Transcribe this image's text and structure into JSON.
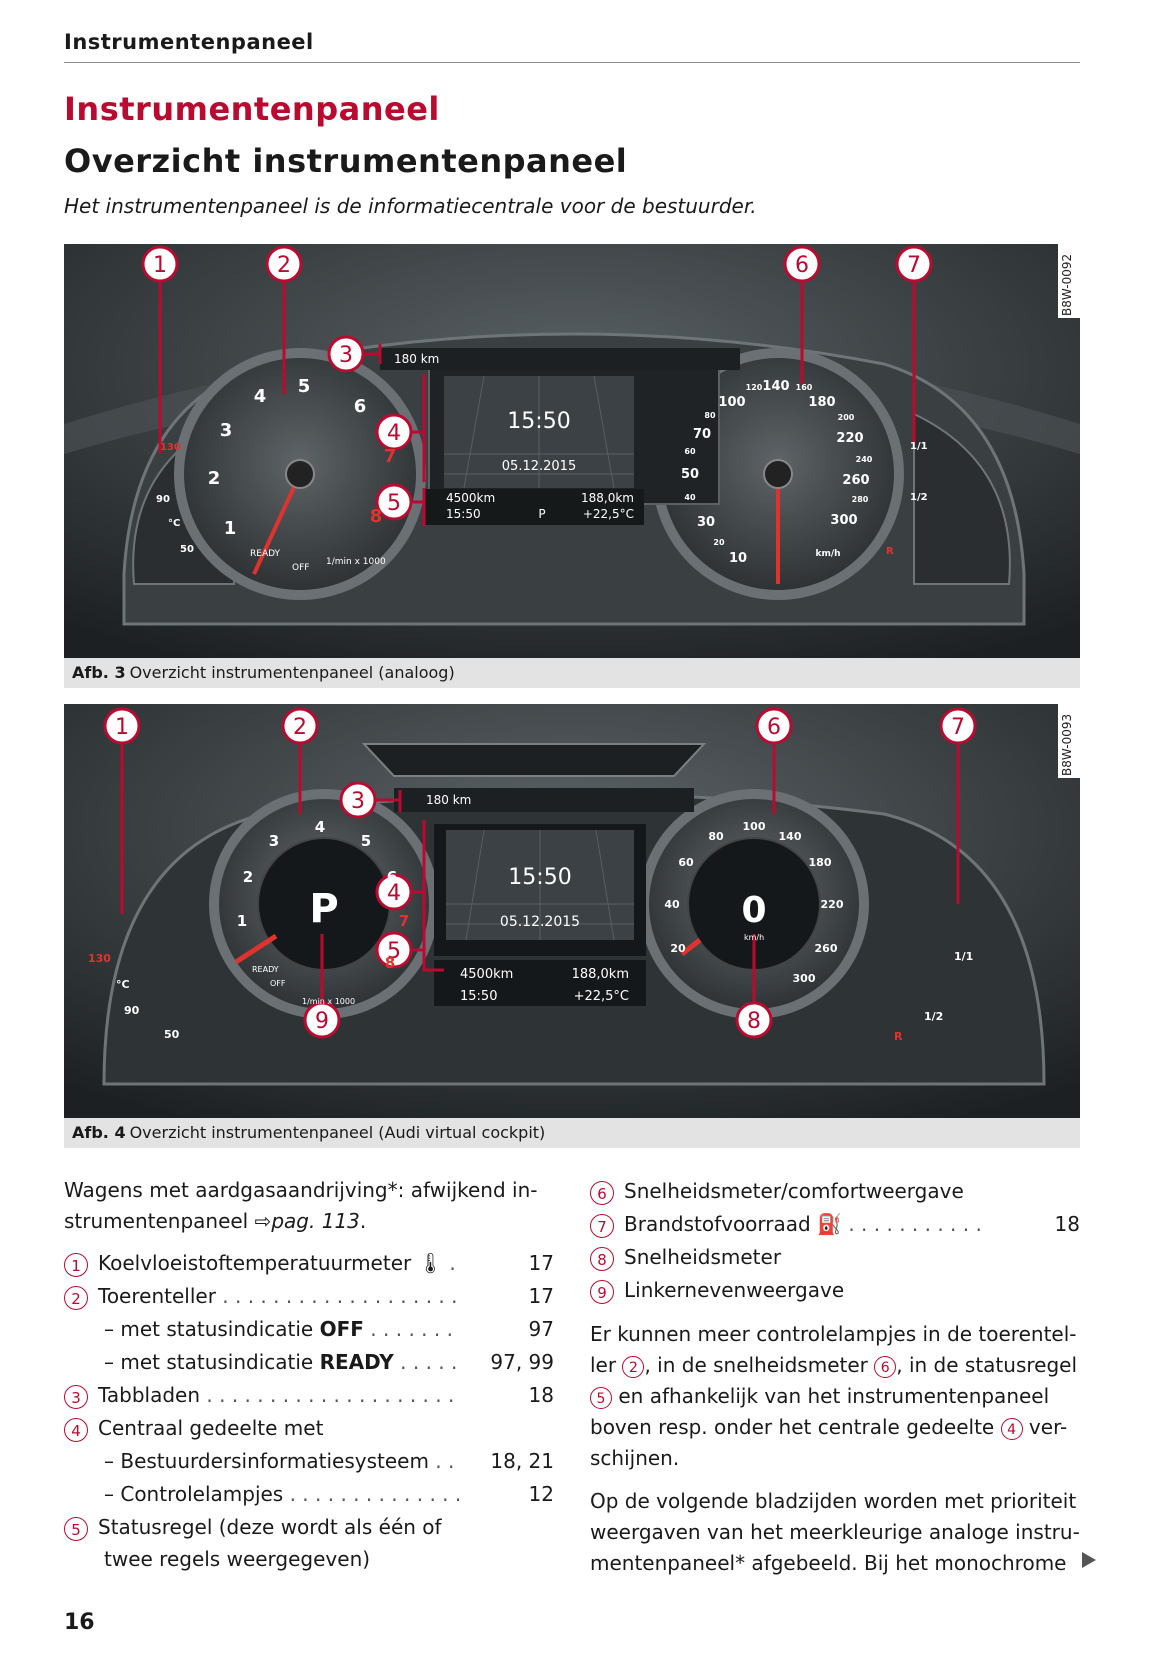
{
  "running_head": "Instrumentenpaneel",
  "heading_red": "Instrumentenpaneel",
  "heading": "Overzicht instrumentenpaneel",
  "intro": "Het instrumentenpaneel is de informatiecentrale voor de bestuurder.",
  "figure1": {
    "code": "B8W-0092",
    "caption_num": "Afb. 3",
    "caption": "Overzicht instrumentenpaneel (analoog)",
    "callouts": [
      "1",
      "2",
      "3",
      "4",
      "5",
      "6",
      "7"
    ],
    "range": "180 km",
    "clock": "15:50",
    "date": "05.12.2015",
    "odo": "4500km",
    "time": "15:50",
    "gear": "P",
    "trip": "188,0km",
    "temp": "+22,5°C",
    "rpm_ticks": [
      "1",
      "2",
      "3",
      "4",
      "5",
      "6",
      "7",
      "8"
    ],
    "speed_ticks": [
      "10",
      "20",
      "30",
      "40",
      "50",
      "60",
      "70",
      "80",
      "100",
      "120",
      "140",
      "160",
      "180",
      "200",
      "220",
      "240",
      "260",
      "280",
      "300"
    ],
    "temp_ticks": [
      "130",
      "90",
      "50"
    ],
    "misc": {
      "ready": "READY",
      "off": "OFF",
      "rpm_unit": "1/min x 1000",
      "speed_unit": "km/h",
      "celsius": "°C",
      "fuel_full": "1/1",
      "fuel_half": "1/2",
      "reserve": "R"
    }
  },
  "figure2": {
    "code": "B8W-0093",
    "caption_num": "Afb. 4",
    "caption": "Overzicht instrumentenpaneel (Audi virtual cockpit)",
    "callouts": [
      "1",
      "2",
      "3",
      "4",
      "5",
      "6",
      "7",
      "8",
      "9"
    ],
    "range": "180 km",
    "clock": "15:50",
    "date": "05.12.2015",
    "odo": "4500km",
    "time": "15:50",
    "trip": "188,0km",
    "temp": "+22,5°C",
    "gear": "P",
    "speed": "0",
    "rpm_ticks": [
      "1",
      "2",
      "3",
      "4",
      "5",
      "6",
      "7",
      "8"
    ],
    "speed_ticks": [
      "20",
      "40",
      "60",
      "80",
      "100",
      "140",
      "180",
      "220",
      "260",
      "300"
    ],
    "temp_ticks": [
      "130",
      "90",
      "50"
    ],
    "misc": {
      "ready": "READY",
      "off": "OFF",
      "rpm_unit": "1/min x 1000",
      "speed_unit": "km/h",
      "celsius": "°C",
      "fuel_full": "1/1",
      "fuel_half": "1/2",
      "reserve": "R"
    }
  },
  "left_col": {
    "intro_a": "Wagens met aardgasaandrijving*: afwijkend in-",
    "intro_b_pre": "strumentenpaneel ⇨",
    "intro_b_link": "pag. 113",
    "intro_b_post": ".",
    "items": [
      {
        "num": "1",
        "label": "Koelvloeistoftemperatuurmeter",
        "icon": "coolant-icon",
        "dots": " .",
        "ref": "17"
      },
      {
        "num": "2",
        "label": "Toerenteller",
        "dots": " . . . . . . . . . . . . . . . . . . .",
        "ref": "17"
      },
      {
        "sub": "– met statusindicatie ",
        "bold": "OFF",
        "dots": " . . . . . . .",
        "ref": "97"
      },
      {
        "sub": "– met statusindicatie ",
        "bold": "READY",
        "dots": " . . . . .",
        "ref": "97, 99"
      },
      {
        "num": "3",
        "label": "Tabbladen",
        "dots": " . . . . . . . . . . . . . . . . . . . .",
        "ref": "18"
      },
      {
        "num": "4",
        "label": "Centraal gedeelte met",
        "dots": "",
        "ref": ""
      },
      {
        "sub": "– Bestuurdersinformatiesysteem",
        "bold": "",
        "dots": " . .",
        "ref": "18, 21"
      },
      {
        "sub": "– Controlelampjes",
        "bold": "",
        "dots": " . . . . . . . . . . . . . .",
        "ref": "12"
      },
      {
        "num": "5",
        "label": "Statusregel (deze wordt als één of",
        "dots": "",
        "ref": ""
      },
      {
        "cont": "twee regels weergegeven)"
      }
    ]
  },
  "right_col": {
    "items": [
      {
        "num": "6",
        "label": "Snelheidsmeter/comfortweergave",
        "ref": ""
      },
      {
        "num": "7",
        "label": "Brandstofvoorraad",
        "icon": "fuel-pump-icon",
        "dots": " . . . . . . . . . . .",
        "ref": "18"
      },
      {
        "num": "8",
        "label": "Snelheidsmeter",
        "ref": ""
      },
      {
        "num": "9",
        "label": "Linkernevenweergave",
        "ref": ""
      }
    ],
    "para1": {
      "l1": "Er kunnen meer controlelampjes in de toerentel-",
      "l2a": "ler ",
      "n2": "2",
      "l2b": ", in de snelheidsmeter ",
      "n6": "6",
      "l2c": ", in de statusregel",
      "n5": "5",
      "l3": " en afhankelijk van het instrumentenpaneel",
      "l4a": "boven resp. onder het centrale gedeelte ",
      "n4": "4",
      "l4b": " ver-",
      "l5": "schijnen."
    },
    "para2": {
      "l1": "Op de volgende bladzijden worden met prioriteit",
      "l2": "weergaven van het meerkleurige analoge instru-",
      "l3": "mentenpaneel* afgebeeld. Bij het monochrome"
    }
  },
  "page_number": "16",
  "colors": {
    "accent": "#bb0a30",
    "panel": "#2f3436",
    "caption_bg": "#e3e3e3"
  }
}
